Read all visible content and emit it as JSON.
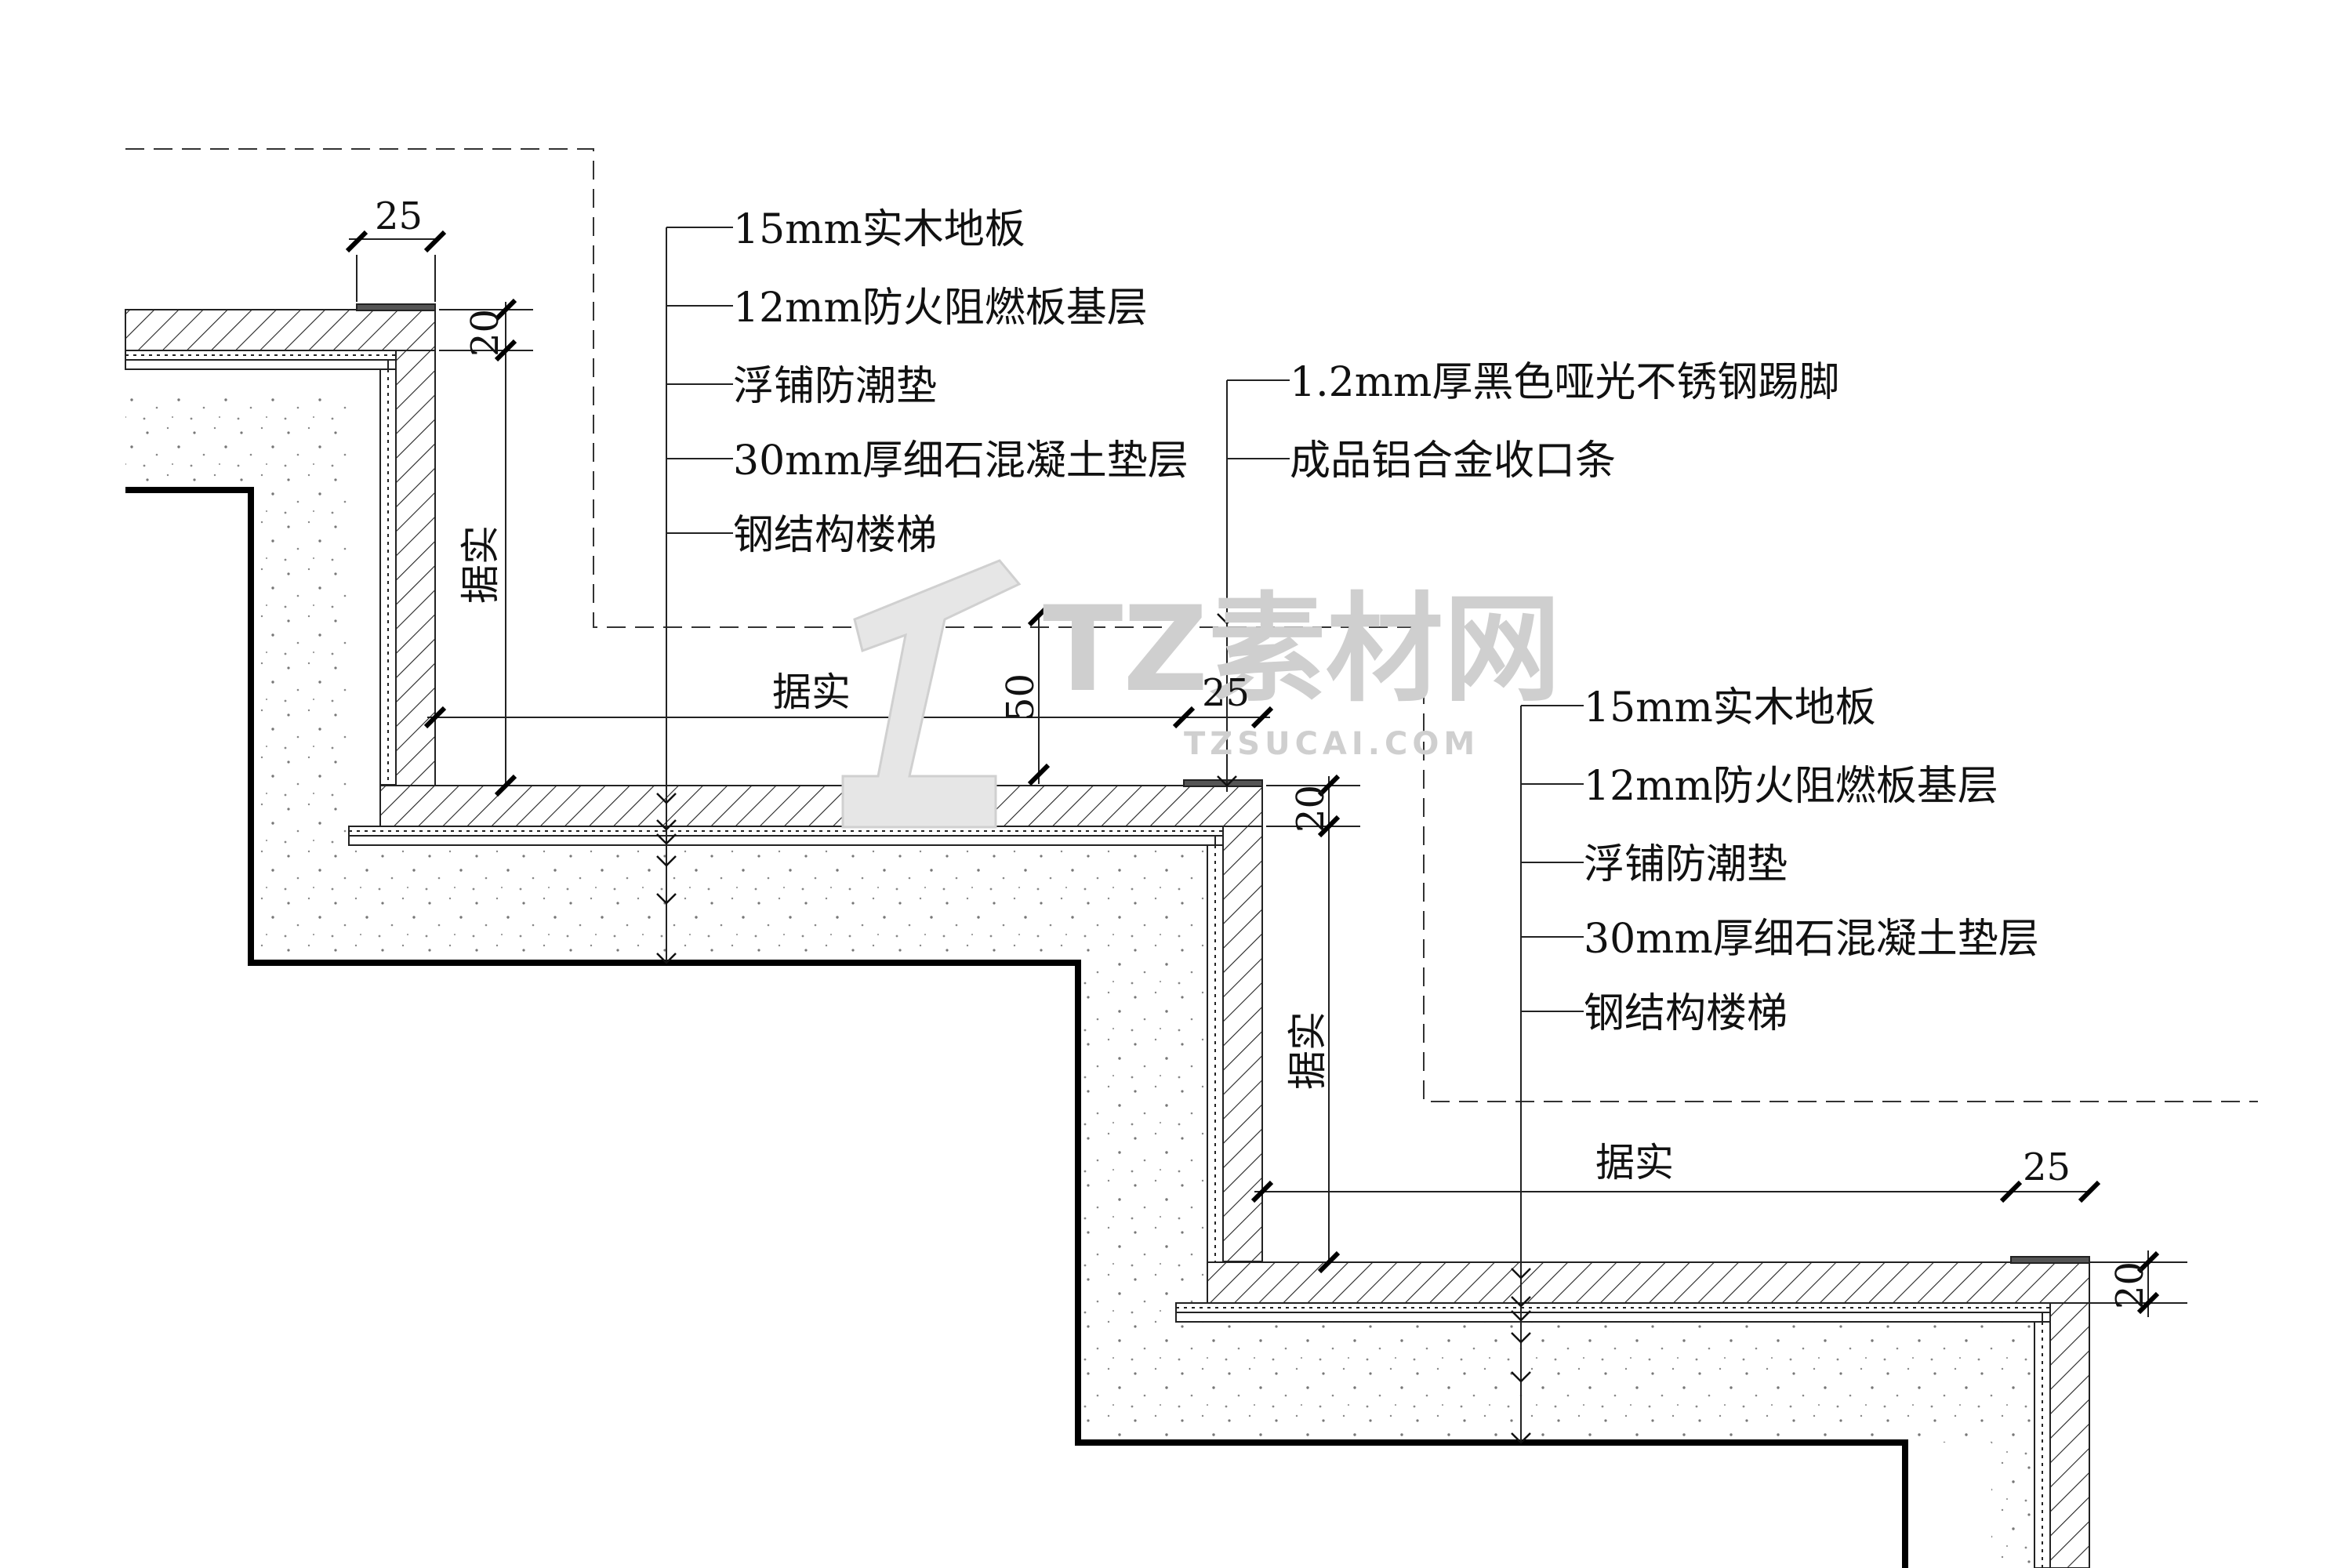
{
  "left_callout": {
    "items": [
      "15mm实木地板",
      "12mm防火阻燃板基层",
      "浮铺防潮垫",
      "30mm厚细石混凝土垫层",
      "钢结构楼梯"
    ]
  },
  "middle_callout": {
    "items": [
      "1.2mm厚黑色哑光不锈钢踢脚",
      "成品铝合金收口条"
    ]
  },
  "right_callout": {
    "items": [
      "15mm实木地板",
      "12mm防火阻燃板基层",
      "浮铺防潮垫",
      "30mm厚细石混凝土垫层",
      "钢结构楼梯"
    ]
  },
  "dimensions": {
    "d25_top": "25",
    "d20_top": "20",
    "d_fill_vertical_1": "据实",
    "d_fill_horizontal_1": "据实",
    "d50": "50",
    "d25_mid": "25",
    "d20_mid": "20",
    "d_fill_vertical_2": "据实",
    "d_fill_horizontal_2": "据实",
    "d25_bottom": "25",
    "d20_bottom": "20"
  },
  "watermark": {
    "brand": "TZ素材网",
    "url": "TZSUCAI.COM"
  }
}
